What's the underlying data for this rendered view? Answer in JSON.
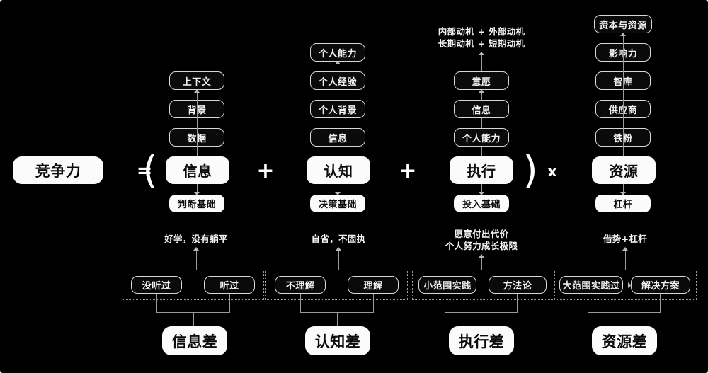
{
  "diagram": {
    "title_formula": "竞争力 = ( 信息 + 认知 + 执行 ) x 资源",
    "operators": {
      "equals": "=",
      "plus1": "+",
      "plus2": "+",
      "times": "x",
      "paren_open": "(",
      "paren_close": ")"
    },
    "result_box": {
      "label": "竞争力"
    },
    "columns": [
      {
        "id": "information",
        "main": "信息",
        "stack_above": [
          "上下文",
          "背景",
          "数据"
        ],
        "below": "判断基础",
        "caption": "好学，没有躺平",
        "gap_boxes": [
          "没听过",
          "听过"
        ],
        "gap_result": "信息差"
      },
      {
        "id": "cognition",
        "main": "认知",
        "stack_above": [
          "个人能力",
          "个人经验",
          "个人背景",
          "信息"
        ],
        "below": "决策基础",
        "caption": "自省，不固执",
        "gap_boxes": [
          "不理解",
          "理解"
        ],
        "gap_result": "认知差"
      },
      {
        "id": "execution",
        "main": "执行",
        "stack_above": [
          "意愿",
          "信息",
          "个人能力"
        ],
        "top_caption": "内部动机 + 外部动机\n长期动机 + 短期动机",
        "top_caption_line1": "内部动机 + 外部动机",
        "top_caption_line2": "长期动机 + 短期动机",
        "below": "投入基础",
        "caption_line1": "愿意付出代价",
        "caption_line2": "个人努力成长极限",
        "gap_boxes": [
          "小范围实践",
          "方法论"
        ],
        "gap_result": "执行差"
      },
      {
        "id": "resources",
        "main": "资源",
        "stack_above": [
          "资本与资源",
          "影响力",
          "智库",
          "供应商",
          "铁粉"
        ],
        "below": "杠杆",
        "caption": "借势+杠杆",
        "gap_boxes": [
          "大范围实践过",
          "解决方案"
        ],
        "gap_result": "资源差"
      }
    ],
    "colors": {
      "background": "#000000",
      "box_fill_white": "#fbfbfb",
      "box_fill_dark": "#0a0a0a",
      "border_light": "#d8d8d8",
      "connector": "#9a9a9a",
      "text_light": "#f2f2f2",
      "text_dark": "#0b0b0b"
    }
  }
}
